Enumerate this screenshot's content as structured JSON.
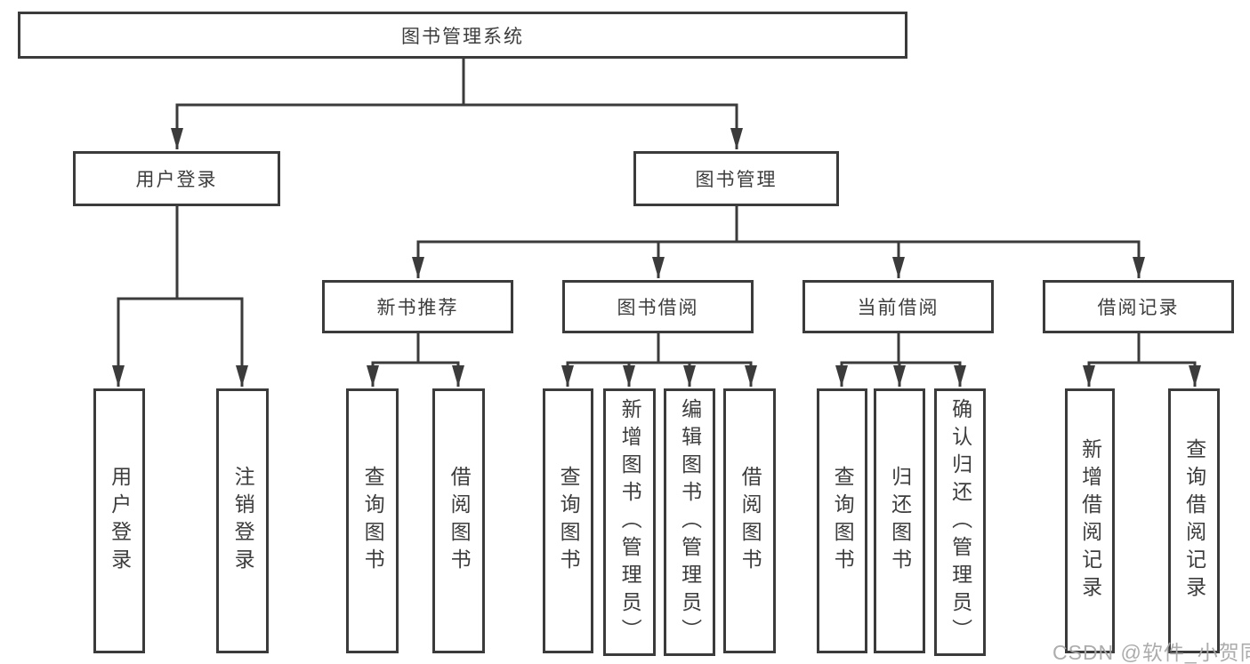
{
  "diagram": {
    "title": "图书管理系统",
    "nodes": {
      "system": {
        "label": "图书管理系统"
      },
      "user_login": {
        "label": "用户登录"
      },
      "book_mgmt": {
        "label": "图书管理"
      },
      "new_book_rec": {
        "label": "新书推荐"
      },
      "book_borrow": {
        "label": "图书借阅"
      },
      "current_borrow": {
        "label": "当前借阅"
      },
      "borrow_records": {
        "label": "借阅记录"
      },
      "leaf_user_login": {
        "label": "用户登录"
      },
      "leaf_logout": {
        "label": "注销登录"
      },
      "nbr_query": {
        "label": "查询图书"
      },
      "nbr_borrow": {
        "label": "借阅图书"
      },
      "bb_query": {
        "label": "查询图书"
      },
      "bb_add": {
        "label": "新增图书（管理员）"
      },
      "bb_edit": {
        "label": "编辑图书（管理员）"
      },
      "bb_borrow": {
        "label": "借阅图书"
      },
      "cb_query": {
        "label": "查询图书"
      },
      "cb_return": {
        "label": "归还图书"
      },
      "cb_confirm": {
        "label": "确认归还（管理员）"
      },
      "br_add": {
        "label": "新增借阅记录"
      },
      "br_query": {
        "label": "查询借阅记录"
      }
    },
    "edges": [
      [
        "system",
        "user_login"
      ],
      [
        "system",
        "book_mgmt"
      ],
      [
        "user_login",
        "leaf_user_login"
      ],
      [
        "user_login",
        "leaf_logout"
      ],
      [
        "book_mgmt",
        "new_book_rec"
      ],
      [
        "book_mgmt",
        "book_borrow"
      ],
      [
        "book_mgmt",
        "current_borrow"
      ],
      [
        "book_mgmt",
        "borrow_records"
      ],
      [
        "new_book_rec",
        "nbr_query"
      ],
      [
        "new_book_rec",
        "nbr_borrow"
      ],
      [
        "book_borrow",
        "bb_query"
      ],
      [
        "book_borrow",
        "bb_add"
      ],
      [
        "book_borrow",
        "bb_edit"
      ],
      [
        "book_borrow",
        "bb_borrow"
      ],
      [
        "current_borrow",
        "cb_query"
      ],
      [
        "current_borrow",
        "cb_return"
      ],
      [
        "current_borrow",
        "cb_confirm"
      ],
      [
        "borrow_records",
        "br_add"
      ],
      [
        "borrow_records",
        "br_query"
      ]
    ]
  },
  "watermark": {
    "text": "CSDN @软件_小贺同学"
  },
  "colors": {
    "line": "#3b3b3b",
    "border": "#3b3b3b",
    "text": "#3d3d3d",
    "watermark": "#a8a8a8",
    "background": "#ffffff"
  }
}
